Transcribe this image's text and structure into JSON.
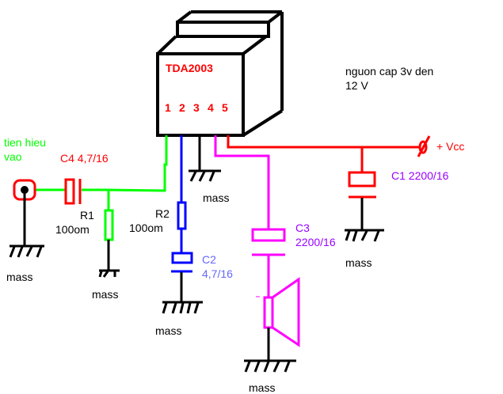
{
  "diagram": {
    "type": "circuit-schematic",
    "ic": {
      "name": "TDA2003",
      "pins": [
        "1",
        "2",
        "3",
        "4",
        "5"
      ]
    },
    "labels": {
      "input": [
        "tien hieu",
        "vao"
      ],
      "c4": "C4 4,7/16",
      "r1": [
        "R1",
        "100om"
      ],
      "r2": [
        "R2",
        "100om"
      ],
      "c2": [
        "C2",
        "4,7/16"
      ],
      "c3": [
        "C3",
        "2200/16"
      ],
      "c1": "C1 2200/16",
      "vcc": "+ Vcc",
      "supply_note": [
        "nguon cap 3v den",
        "12 V"
      ],
      "ground": "mass",
      "speaker_polarity": "-"
    },
    "colors": {
      "pin1": "#00ff00",
      "pin2": "#0000ff",
      "pin3": "#000000",
      "pin4": "#ff00ff",
      "pin5": "#ff0000",
      "ic_text": "#ff0000",
      "input_text": "#00ff00",
      "c2_text": "#6666ff",
      "c1_c3_text": "#9900ff",
      "black": "#000000"
    }
  }
}
